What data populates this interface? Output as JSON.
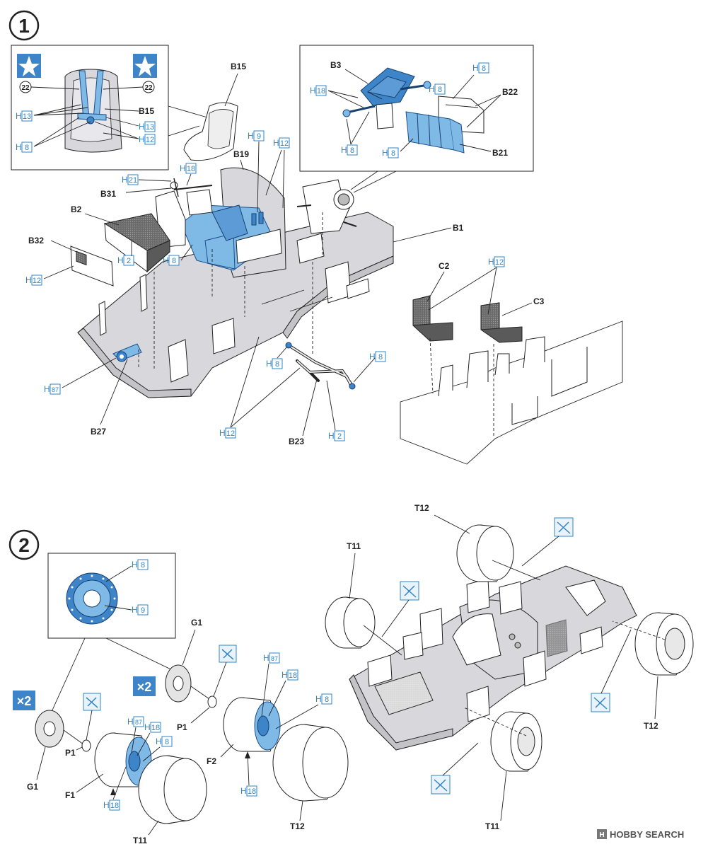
{
  "step1": {
    "number": "1",
    "belt_inset": {
      "star_left_num": "22",
      "star_right_num": "22",
      "part": "B15",
      "colors": [
        "H",
        "13",
        "H",
        "8",
        "H",
        "13",
        "H",
        "12"
      ]
    },
    "engine_inset": {
      "parts": [
        "B3",
        "B22",
        "B21"
      ],
      "colors": [
        "H",
        "8",
        "H",
        "18",
        "H",
        "8",
        "H",
        "8",
        "H",
        "8"
      ]
    },
    "parts": [
      "B15",
      "B19",
      "B31",
      "B2",
      "B32",
      "B1",
      "B27",
      "B23",
      "C2",
      "C3"
    ],
    "colors": [
      "H",
      "9",
      "H",
      "12",
      "H",
      "18",
      "H",
      "21",
      "H",
      "2",
      "H",
      "8",
      "H",
      "12",
      "H",
      "87",
      "H",
      "8",
      "H",
      "8",
      "H",
      "12",
      "H",
      "2",
      "H",
      "12"
    ]
  },
  "step2": {
    "number": "2",
    "multiplier": "×2",
    "disc_inset_colors": [
      "H",
      "8",
      "H",
      "9"
    ],
    "parts": [
      "G1",
      "G1",
      "P1",
      "P1",
      "F1",
      "F2",
      "T11",
      "T12",
      "T11",
      "T12",
      "T11",
      "T12"
    ],
    "colors": [
      "H",
      "87",
      "H",
      "18",
      "H",
      "8",
      "H",
      "18",
      "H",
      "87",
      "H",
      "18",
      "H",
      "8",
      "H",
      "18"
    ]
  },
  "watermark": {
    "brand": "HOBBY SEARCH"
  },
  "palette": {
    "blue_paint": "#7fb9e6",
    "dark_blue_paint": "#3e84c8",
    "label_blue": "#2f86c6",
    "grey_part": "#d8d8dc",
    "dark_part": "#5a5a5a"
  }
}
